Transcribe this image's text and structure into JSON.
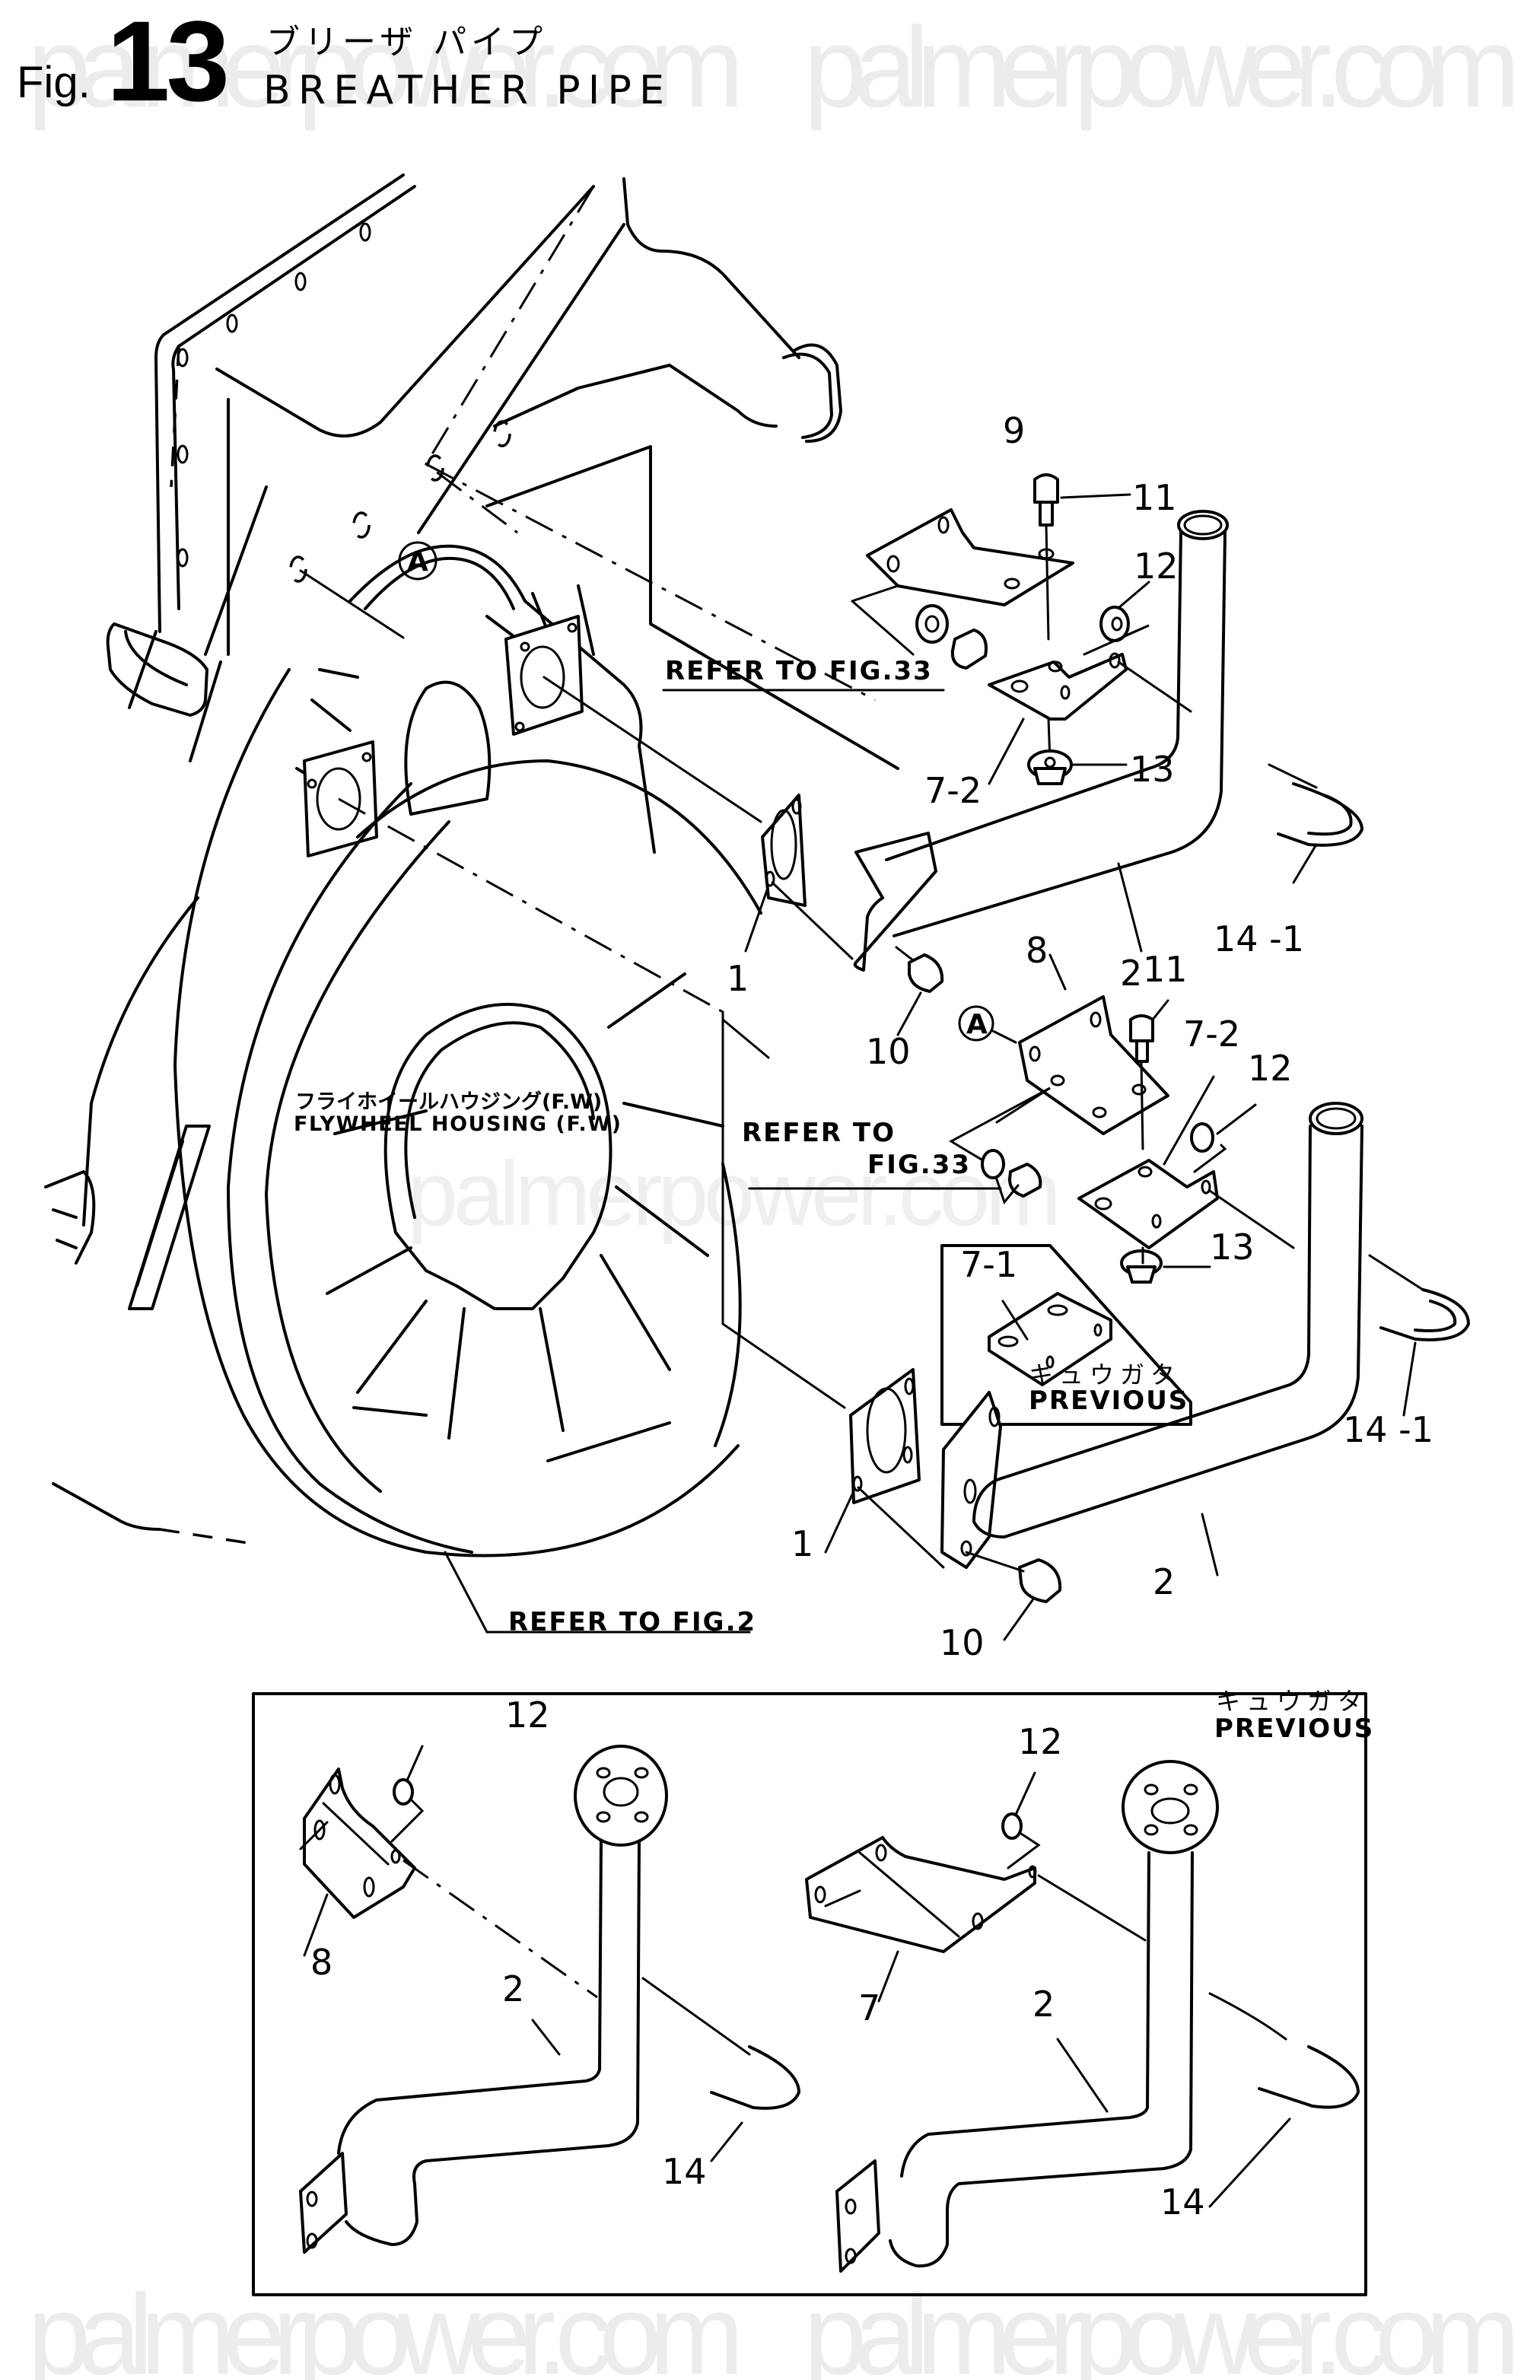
{
  "header": {
    "fig_prefix": "Fig.",
    "fig_number": "13",
    "title_jp": "ブリーザ パイプ",
    "title_en": "BREATHER PIPE"
  },
  "watermark": {
    "text": "palmerpower.com",
    "mid_text": "palmerpower.com",
    "color": "#ececec"
  },
  "main_view": {
    "housing_label_jp": "フライホイールハウジング(F.W)",
    "housing_label_en": "FLYWHEEL HOUSING (F.W)",
    "reference_marker": "A",
    "refer_fig33_upper": "REFER TO FIG.33",
    "refer_to_lower": "REFER TO",
    "refer_fig33_lower": "FIG.33",
    "refer_fig2": "REFER TO FIG.2",
    "callouts": {
      "upper_bracket": "9",
      "upper_bolt": "11",
      "upper_nut": "12",
      "upper_clamp_bracket": "7-2",
      "upper_washer_nut": "13",
      "upper_gasket": "1",
      "upper_pipe": "2",
      "upper_ubolt": "14 -1",
      "upper_flange_bolt": "10",
      "lower_bracket": "8",
      "lower_bolt": "11",
      "lower_clamp_bracket": "7-2",
      "lower_nut": "12",
      "lower_washer_nut": "13",
      "lower_ubolt": "14 -1",
      "lower_gasket": "1",
      "lower_pipe": "2",
      "lower_flange_bolt": "10"
    },
    "inset_previous": {
      "part": "7-1",
      "label_jp": "キュウガタ",
      "label_en": "PREVIOUS"
    }
  },
  "previous_box": {
    "label_jp": "キュウガタ",
    "label_en": "PREVIOUS",
    "left": {
      "nut": "12",
      "bracket": "8",
      "pipe": "2",
      "ubolt": "14"
    },
    "right": {
      "nut": "12",
      "bracket": "7",
      "pipe": "2",
      "ubolt": "14"
    }
  }
}
